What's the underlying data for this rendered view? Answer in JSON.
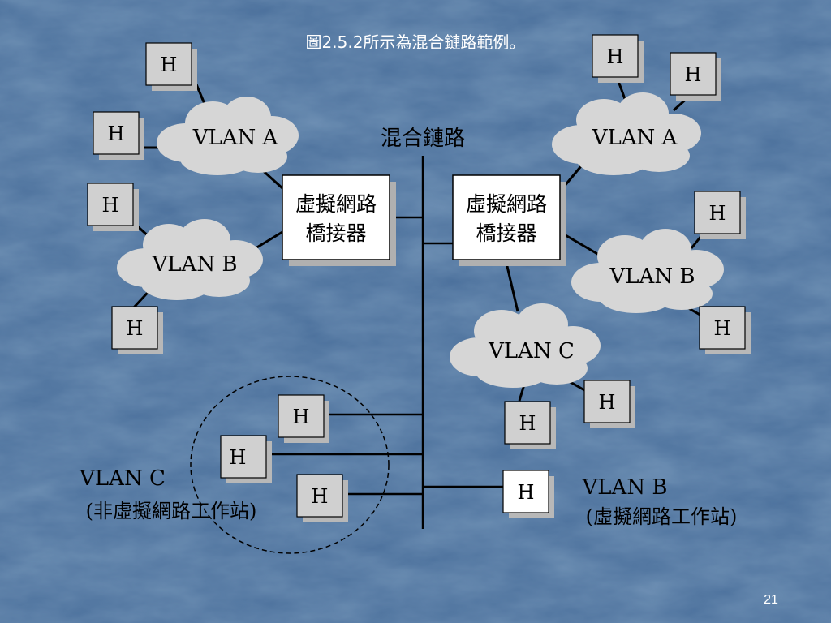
{
  "slide": {
    "title": "圖2.5.2所示為混合鏈路範例。",
    "trunk_label": "混合鏈路",
    "page_number": "21",
    "colors": {
      "background": "#4a6f9b",
      "cloud_fill": "#d6d6d6",
      "host_fill": "#d0d0d0",
      "host_active_fill": "#ffffff",
      "line": "#000000"
    }
  },
  "bridges": [
    {
      "id": "bridge-left",
      "lines": [
        "虛擬網路",
        "橋接器"
      ]
    },
    {
      "id": "bridge-right",
      "lines": [
        "虛擬網路",
        "橋接器"
      ]
    }
  ],
  "vlans": [
    {
      "id": "vlan-a-left",
      "label": "VLAN A"
    },
    {
      "id": "vlan-b-left",
      "label": "VLAN B"
    },
    {
      "id": "vlan-a-right",
      "label": "VLAN A"
    },
    {
      "id": "vlan-b-right",
      "label": "VLAN B"
    },
    {
      "id": "vlan-c-right",
      "label": "VLAN C"
    }
  ],
  "host_label": "H",
  "captions": {
    "vlan_c": {
      "title": "VLAN C",
      "subtitle": "(非虛擬網路工作站)"
    },
    "vlan_b": {
      "title": "VLAN B",
      "subtitle": "(虛擬網路工作站)"
    }
  }
}
